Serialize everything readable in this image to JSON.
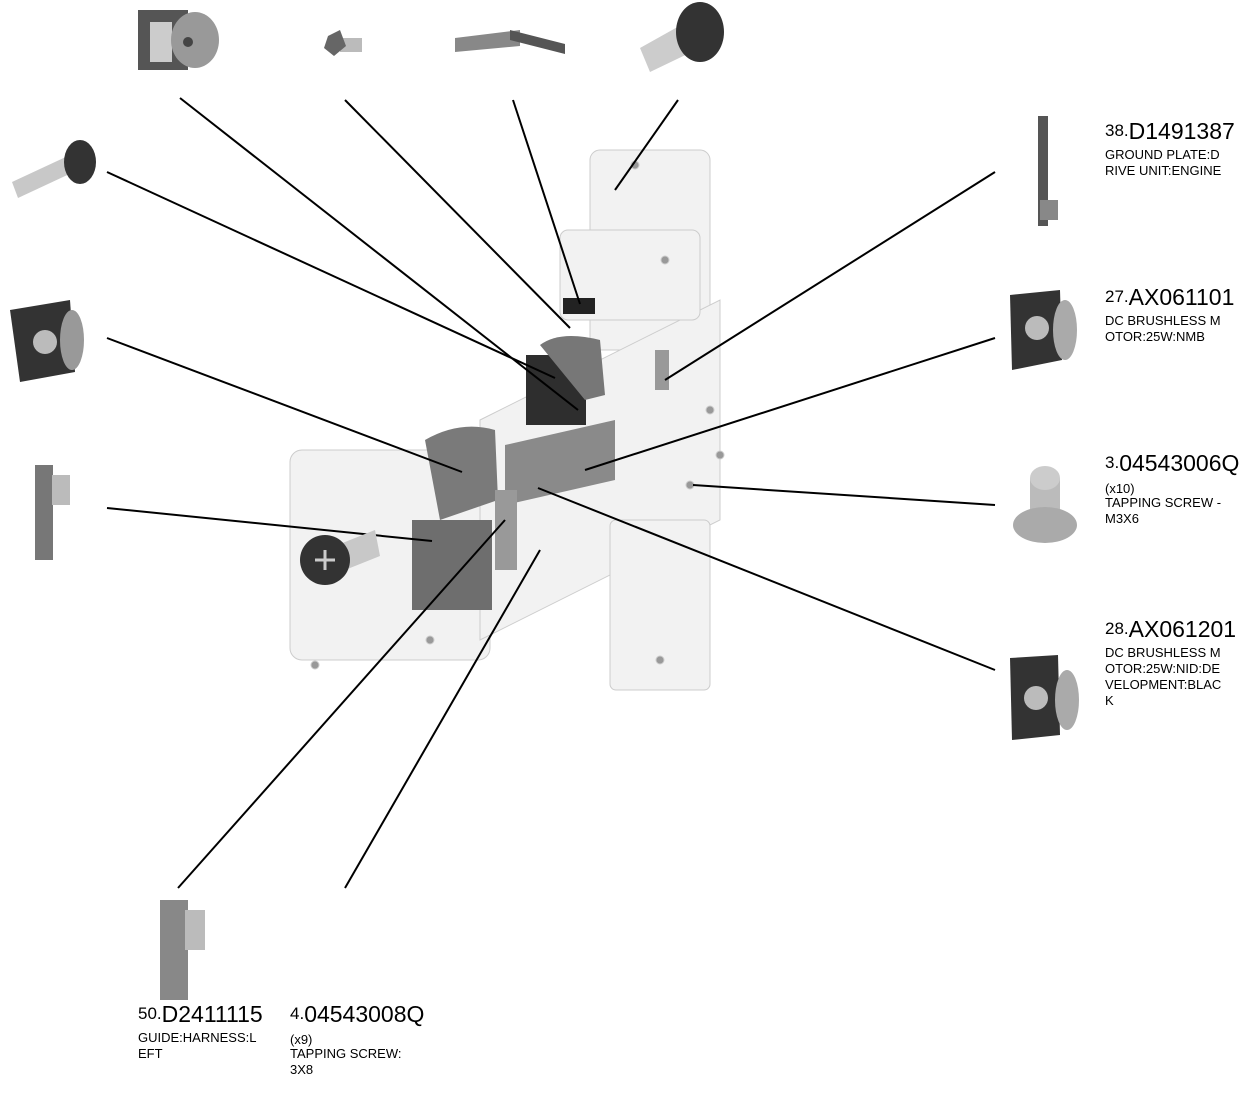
{
  "labels": [
    {
      "key": "p38",
      "num": "38.",
      "code": "D1491387",
      "qty": "",
      "desc": "GROUND PLATE:D\nRIVE UNIT:ENGINE"
    },
    {
      "key": "p27",
      "num": "27.",
      "code": "AX061101",
      "qty": "",
      "desc": "DC BRUSHLESS M\nOTOR:25W:NMB"
    },
    {
      "key": "p3",
      "num": "3.",
      "code": "04543006Q",
      "qty": "(x10)",
      "desc": "TAPPING SCREW -\n M3X6"
    },
    {
      "key": "p28",
      "num": "28.",
      "code": "AX061201",
      "qty": "",
      "desc": "DC BRUSHLESS M\nOTOR:25W:NID:DE\nVELOPMENT:BLAC\nK"
    },
    {
      "key": "p50",
      "num": "50.",
      "code": "D2411115",
      "qty": "",
      "desc": "GUIDE:HARNESS:L\nEFT"
    },
    {
      "key": "p4",
      "num": "4.",
      "code": "04543008Q",
      "qty": "(x9)",
      "desc": "TAPPING SCREW:\n3X8"
    }
  ],
  "colors": {
    "line": "#000000",
    "part_dark": "#3a3a3a",
    "part_mid": "#8a8a8a",
    "part_light": "#cfcfcf",
    "assembly": "#e6e6e6"
  }
}
